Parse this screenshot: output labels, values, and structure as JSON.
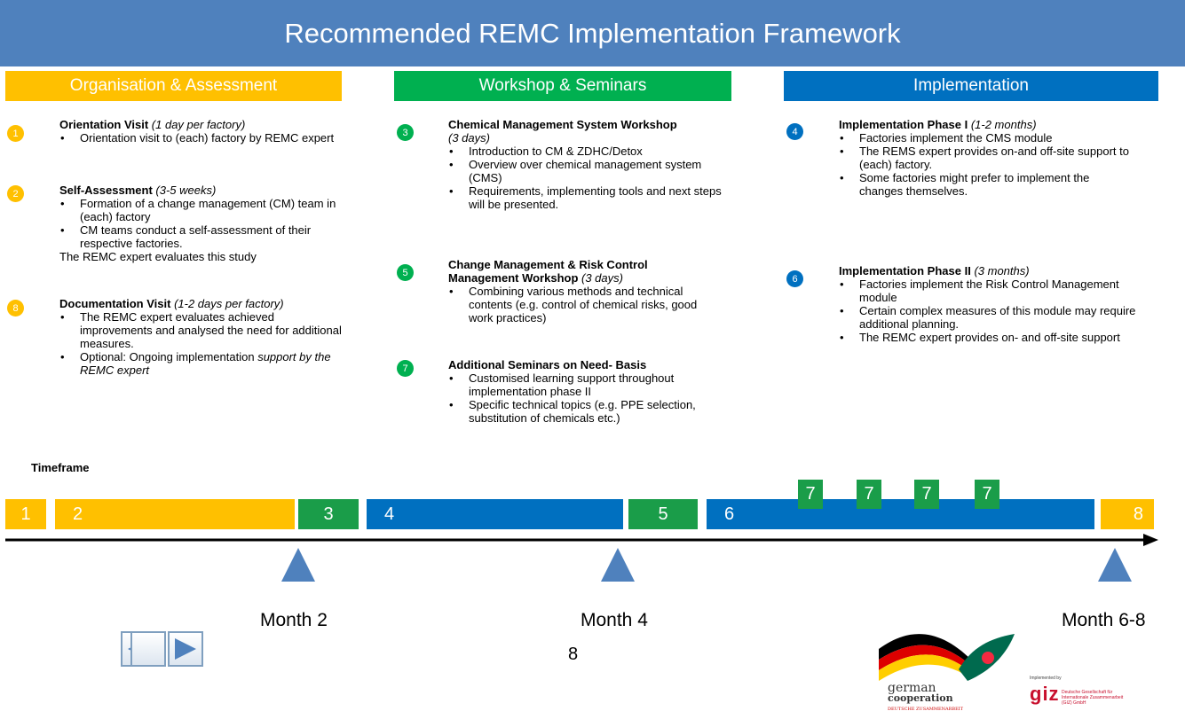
{
  "title": "Recommended REMC Implementation Framework",
  "colors": {
    "title_bg": "#4f81bd",
    "orange": "#ffc000",
    "green": "#00b050",
    "blue": "#0070c0",
    "timeline_green": "#1a9d49",
    "marker": "#4f81bd"
  },
  "columns": [
    {
      "header": "Organisation & Assessment"
    },
    {
      "header": "Workshop & Seminars"
    },
    {
      "header": "Implementation"
    }
  ],
  "steps": {
    "s1": {
      "num": "1",
      "title": "Orientation Visit",
      "duration": "(1 day per factory)",
      "bullets": [
        "Orientation visit to (each) factory by REMC expert"
      ]
    },
    "s2": {
      "num": "2",
      "title": "Self-Assessment",
      "duration": "(3-5 weeks)",
      "bullets": [
        "Formation of a change management (CM) team in (each) factory",
        "CM teams conduct a self-assessment of their respective factories."
      ],
      "note": "The REMC expert evaluates this study"
    },
    "s8": {
      "num": "8",
      "title": "Documentation Visit",
      "duration": "(1-2 days per factory)",
      "bullets": [
        "The REMC expert evaluates achieved improvements and analysed the need for additional measures."
      ],
      "b2_plain": "Optional: Ongoing implementation",
      "b2_italic": "support by the REMC expert"
    },
    "s3": {
      "num": "3",
      "title": "Chemical Management System Workshop",
      "duration": "(3 days)",
      "bullets": [
        "Introduction to CM & ZDHC/Detox",
        "Overview over chemical management system (CMS)",
        "Requirements, implementing tools and next steps will be presented."
      ]
    },
    "s5": {
      "num": "5",
      "title": "Change Management & Risk Control Management Workshop",
      "duration": "(3 days)",
      "bullets": [
        "Combining various methods and technical contents (e.g. control of chemical risks, good work practices)"
      ]
    },
    "s7": {
      "num": "7",
      "title": "Additional Seminars on Need- Basis",
      "bullets": [
        "Customised learning support throughout implementation phase II",
        "Specific technical topics (e.g. PPE selection, substitution of chemicals etc.)"
      ]
    },
    "s4": {
      "num": "4",
      "title": "Implementation Phase I",
      "duration": "(1-2 months)",
      "bullets": [
        "Factories implement the CMS module",
        "The REMS expert provides on-and off-site support to (each) factory.",
        "Some factories might prefer to implement the changes themselves."
      ]
    },
    "s6": {
      "num": "6",
      "title": "Implementation Phase II",
      "duration": "(3 months)",
      "bullets": [
        "Factories implement the Risk Control Management module",
        "Certain complex measures of this module may require additional planning.",
        "The REMC expert provides on- and off-site support"
      ]
    }
  },
  "timeline": {
    "label": "Timeframe",
    "segments": [
      "1",
      "2",
      "3",
      "4",
      "5",
      "6",
      "8"
    ],
    "seminars": [
      "7",
      "7",
      "7",
      "7"
    ],
    "months": [
      "Month 2",
      "Month 4",
      "Month 6-8"
    ]
  },
  "page_number": "8",
  "nav": {
    "prev_icon": "triangle-left-icon",
    "next_icon": "triangle-right-icon",
    "home_icon": "home-icon"
  },
  "logo": {
    "german": "german",
    "cooperation": "cooperation",
    "cooperation_sub": "DEUTSCHE ZUSAMMENARBEIT",
    "giz": "giz",
    "giz_small": "Implemented by",
    "giz_full": "Deutsche Gesellschaft für Internationale Zusammenarbeit (GIZ) GmbH"
  }
}
